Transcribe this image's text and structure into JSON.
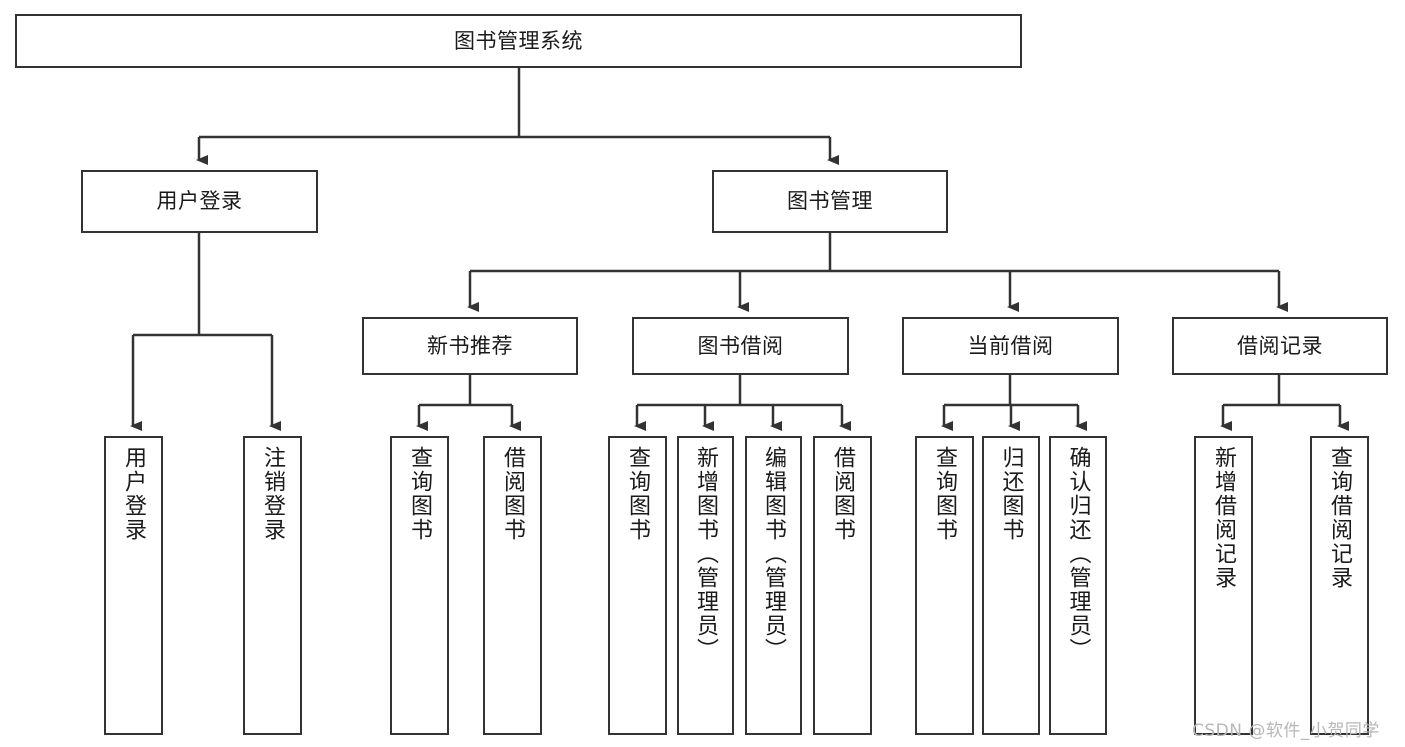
{
  "diagram": {
    "title": "图书管理系统",
    "type": "tree-hierarchy",
    "root": {
      "label": "图书管理系统"
    },
    "level2": [
      {
        "label": "用户登录"
      },
      {
        "label": "图书管理"
      }
    ],
    "level3": [
      {
        "label": "新书推荐"
      },
      {
        "label": "图书借阅"
      },
      {
        "label": "当前借阅"
      },
      {
        "label": "借阅记录"
      }
    ],
    "leaves": {
      "user_login": [
        {
          "label": "用户登录"
        },
        {
          "label": "注销登录"
        }
      ],
      "new_book_recommend": [
        {
          "label": "查询图书"
        },
        {
          "label": "借阅图书"
        }
      ],
      "book_borrow": [
        {
          "label": "查询图书"
        },
        {
          "label": "新增图书（管理员）"
        },
        {
          "label": "编辑图书（管理员）"
        },
        {
          "label": "借阅图书"
        }
      ],
      "current_borrow": [
        {
          "label": "查询图书"
        },
        {
          "label": "归还图书"
        },
        {
          "label": "确认归还（管理员）"
        }
      ],
      "borrow_record": [
        {
          "label": "新增借阅记录"
        },
        {
          "label": "查询借阅记录"
        }
      ]
    }
  },
  "watermark": {
    "text": "CSDN @软件_小贺同学"
  },
  "colors": {
    "stroke": "#333333",
    "background": "#ffffff",
    "text": "#1a1a1a",
    "watermark": "#b7b7b7"
  }
}
